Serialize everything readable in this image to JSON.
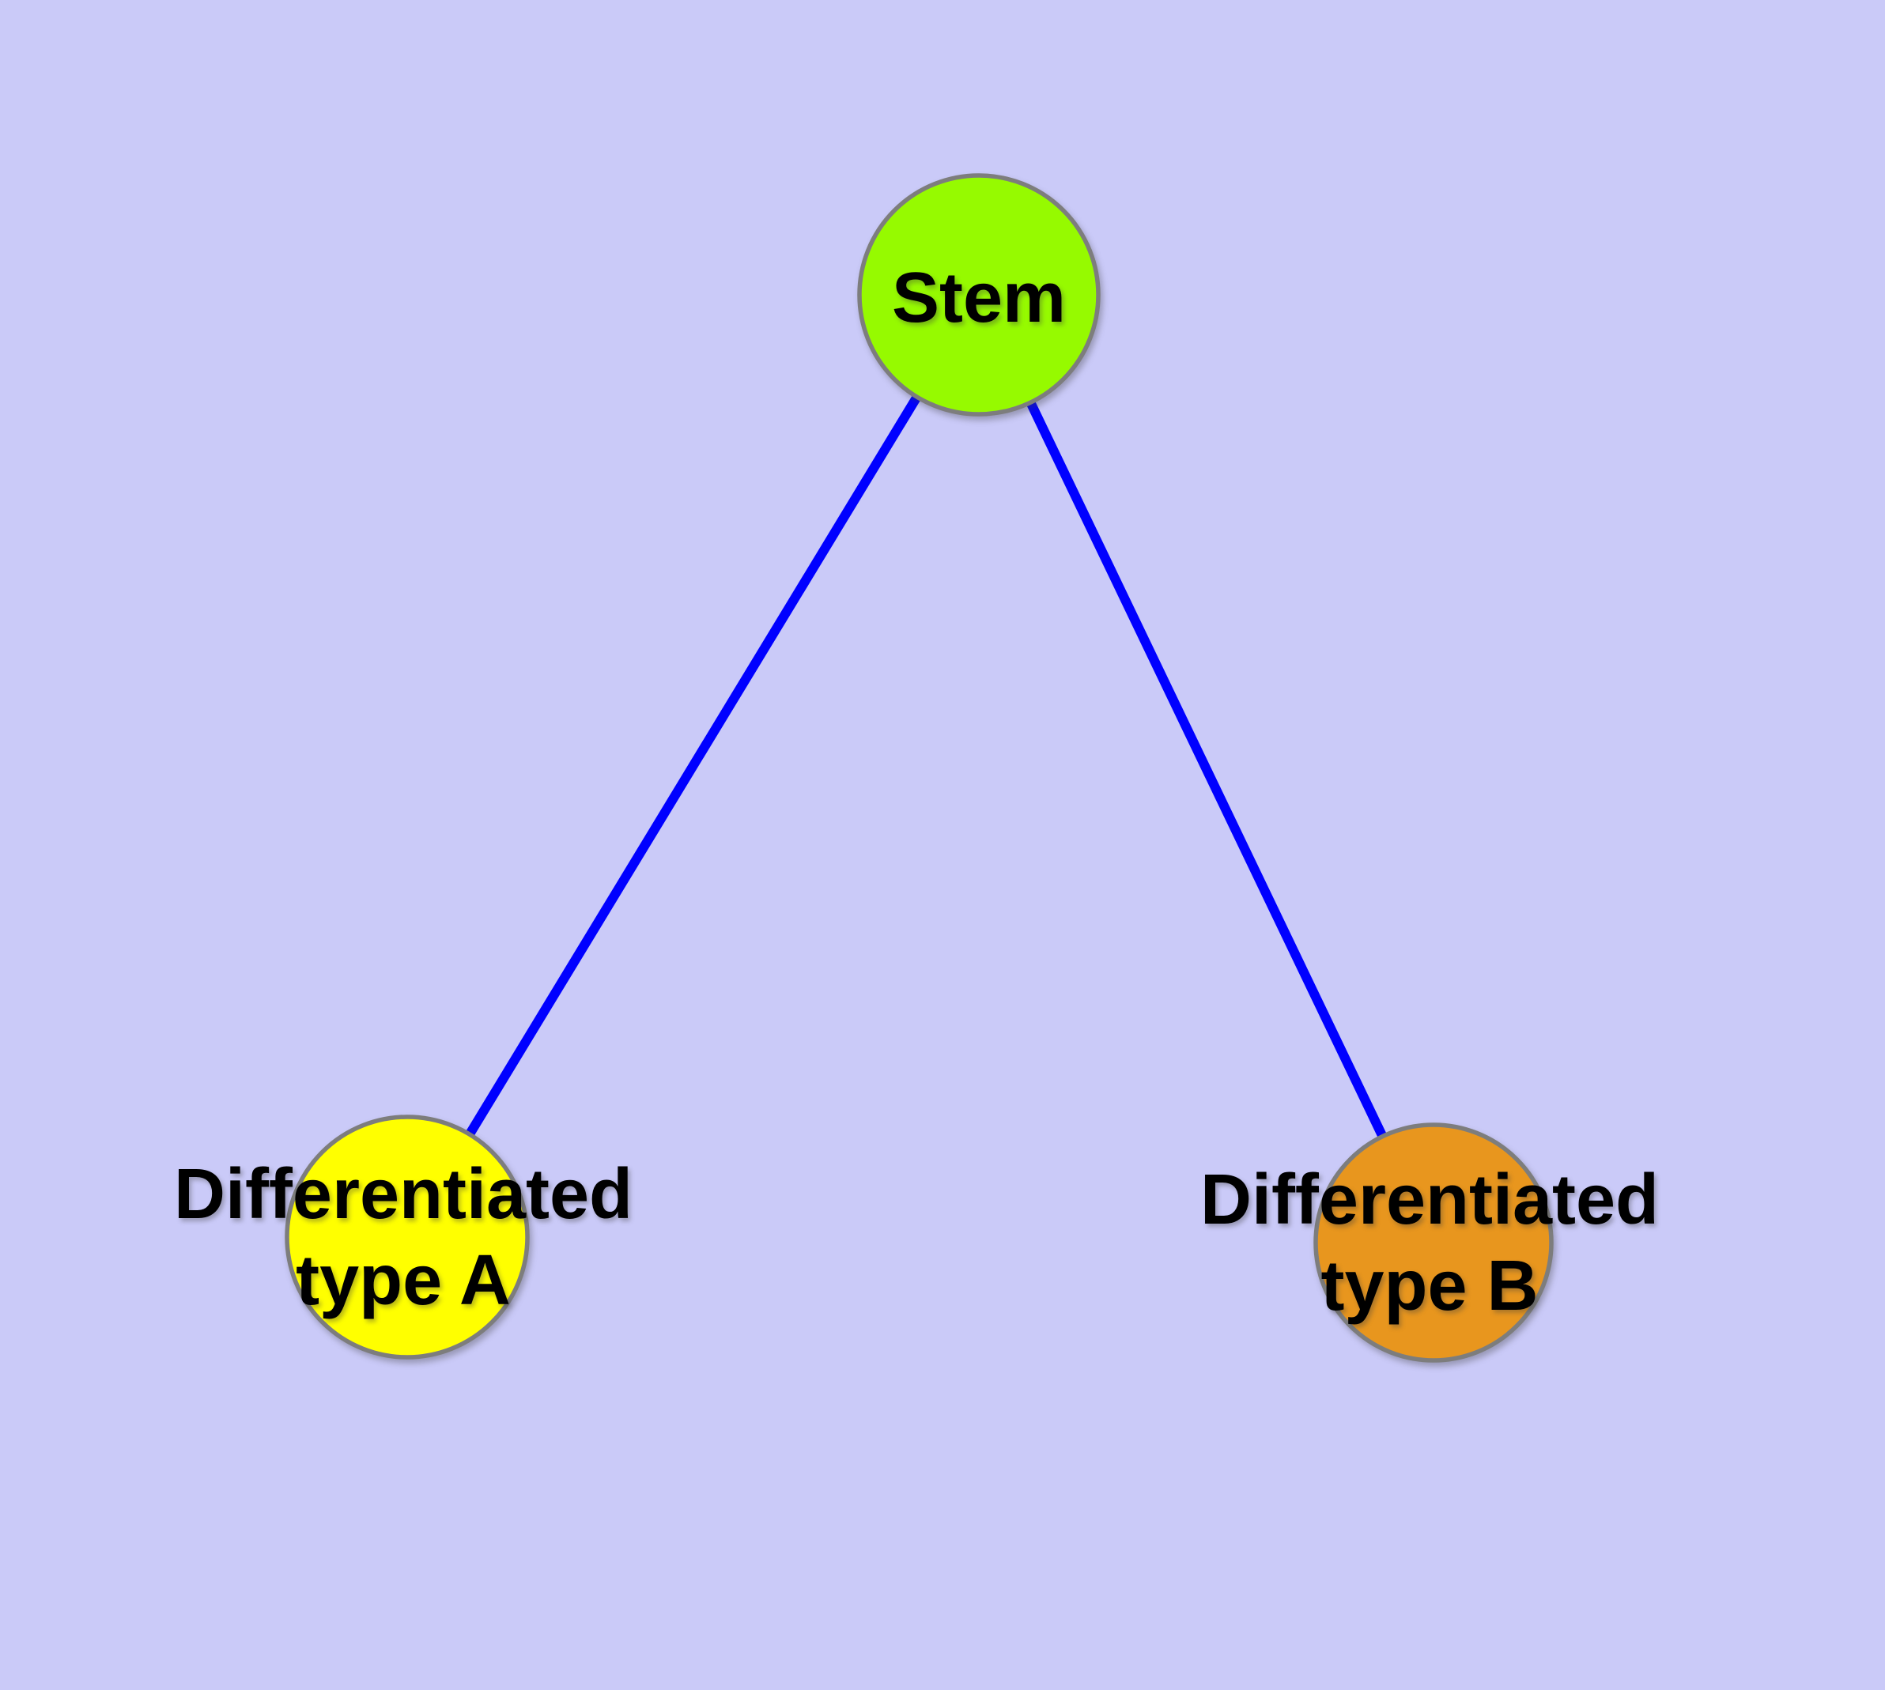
{
  "diagram": {
    "type": "node-link-graph",
    "description": "Stem cell differentiation diagram: one stem node connected to two differentiated cell type nodes",
    "colors": {
      "background": "#CACAF8",
      "edge": "#0000FF",
      "node-border": "#7D7D7D",
      "label-text": "#000000"
    },
    "nodes": {
      "stem": {
        "label": "Stem",
        "fill": "#96FA00"
      },
      "type_a": {
        "label_line1": "Differentiated",
        "label_line2": "type A",
        "fill": "#FFFF00"
      },
      "type_b": {
        "label_line1": "Differentiated",
        "label_line2": "type B",
        "fill": "#E8961E"
      }
    },
    "edges": [
      {
        "from": "Stem",
        "to": "Differentiated type A"
      },
      {
        "from": "Stem",
        "to": "Differentiated type B"
      }
    ]
  }
}
